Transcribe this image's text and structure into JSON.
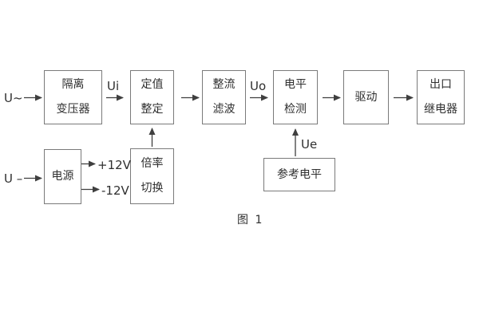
{
  "diagram": {
    "caption": "图 1",
    "colors": {
      "background": "#ffffff",
      "box_border": "#7a7a7a",
      "text": "#2f2f2f",
      "line": "#3f3f3f"
    },
    "blocks": [
      {
        "name": "isolation-transformer",
        "lines": [
          "隔离",
          "变压器"
        ]
      },
      {
        "name": "setting-adjust",
        "lines": [
          "定值",
          "整定"
        ]
      },
      {
        "name": "rectify-filter",
        "lines": [
          "整流",
          "滤波"
        ]
      },
      {
        "name": "level-detect",
        "lines": [
          "电平",
          "检测"
        ]
      },
      {
        "name": "drive",
        "lines": [
          "驱动"
        ]
      },
      {
        "name": "output-relay",
        "lines": [
          "出口",
          "继电器"
        ]
      },
      {
        "name": "power-supply",
        "lines": [
          "电源"
        ]
      },
      {
        "name": "ratio-switch",
        "lines": [
          "倍率",
          "切换"
        ]
      },
      {
        "name": "reference-level",
        "lines": [
          "参考电平"
        ]
      }
    ],
    "signal_labels": {
      "input_ac": "U~",
      "input_power": "U –",
      "ui": "Ui",
      "uo": "Uo",
      "ue": "Ue",
      "plus12": "+12V",
      "minus12": "-12V"
    }
  }
}
